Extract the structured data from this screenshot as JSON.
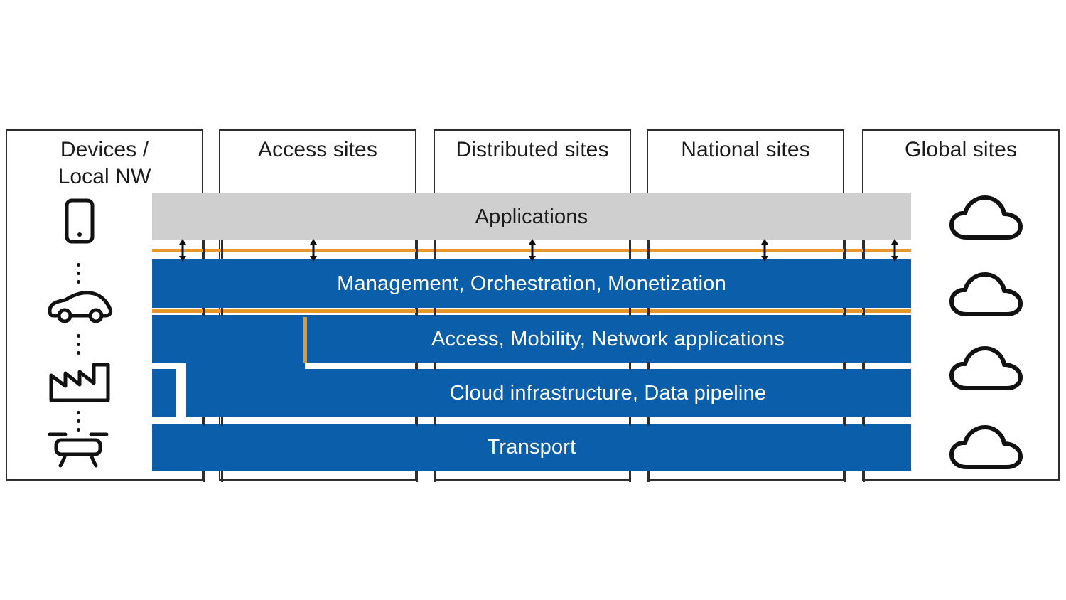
{
  "diagram": {
    "title": "Network architecture layer / site-domain matrix",
    "colors": {
      "blue": "#0b5faa",
      "grey": "#cfcfcf",
      "orange": "#e8982a",
      "outline": "#2e2e2e",
      "white": "#ffffff"
    }
  },
  "columns": [
    {
      "id": "devices",
      "label": "Devices /\nLocal NW"
    },
    {
      "id": "access",
      "label": "Access sites"
    },
    {
      "id": "distributed",
      "label": "Distributed sites"
    },
    {
      "id": "national",
      "label": "National sites"
    },
    {
      "id": "global",
      "label": "Global sites"
    }
  ],
  "layers": [
    {
      "id": "applications",
      "label": "Applications",
      "style": "grey"
    },
    {
      "id": "mom",
      "label": "Management, Orchestration, Monetization",
      "style": "blue"
    },
    {
      "id": "amna",
      "label": "Access, Mobility, Network applications",
      "style": "blue"
    },
    {
      "id": "cloud",
      "label": "Cloud infrastructure, Data pipeline",
      "style": "blue"
    },
    {
      "id": "transport",
      "label": "Transport",
      "style": "blue"
    }
  ],
  "device_icons": [
    {
      "id": "smartphone",
      "name": "smartphone-icon"
    },
    {
      "id": "car",
      "name": "car-icon"
    },
    {
      "id": "factory",
      "name": "factory-icon"
    },
    {
      "id": "drone",
      "name": "drone-icon"
    }
  ],
  "cloud_icons": [
    {
      "id": "cloud-1",
      "name": "cloud-icon"
    },
    {
      "id": "cloud-2",
      "name": "cloud-icon"
    },
    {
      "id": "cloud-3",
      "name": "cloud-icon"
    },
    {
      "id": "cloud-4",
      "name": "cloud-icon"
    }
  ],
  "connectors": {
    "vertical_double_arrows": 5,
    "orange_separator_lines": 2,
    "orange_vertical_divider": 1
  }
}
